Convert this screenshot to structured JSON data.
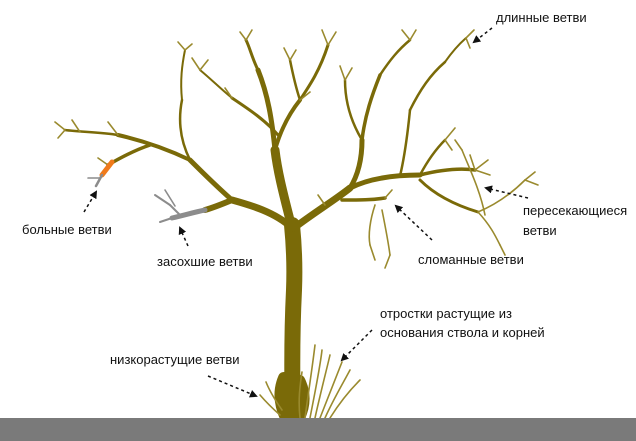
{
  "colors": {
    "trunk": "#7a6a08",
    "twig": "#9a8a2e",
    "diseased": "#f07a1a",
    "dry": "#8c8c8c",
    "ground": "#7a7a7a",
    "arrow": "#111111",
    "text": "#111111"
  },
  "labels": {
    "long_branches": "длинные ветви",
    "crossing_line1": "пересекающиеся",
    "crossing_line2": "ветви",
    "broken_branches": "сломанные ветви",
    "diseased_branches": "больные ветви",
    "dry_branches": "засохшие ветви",
    "shoots_line1": "отростки растущие из",
    "shoots_line2": "основания ствола и корней",
    "low_branches": "низкорастущие ветви"
  }
}
